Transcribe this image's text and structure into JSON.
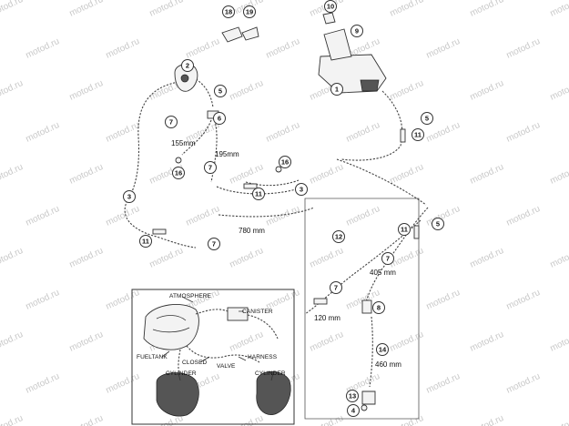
{
  "watermark": "motod.ru",
  "callouts": [
    "1",
    "2",
    "3",
    "3",
    "4",
    "5",
    "5",
    "5",
    "6",
    "7",
    "7",
    "7",
    "7",
    "7",
    "8",
    "9",
    "10",
    "11",
    "11",
    "11",
    "11",
    "12",
    "13",
    "14",
    "16",
    "16",
    "18",
    "19"
  ],
  "dimensions": [
    "155mm",
    "195mm",
    "780 mm",
    "405 mm",
    "120 mm",
    "460 mm"
  ],
  "inset_labels": [
    "ATMOSPHERE",
    "CANISTER",
    "FUELTANK",
    "CLOSED",
    "VALVE",
    "HARNESS",
    "CYLINDER",
    "CYLINDER"
  ],
  "colors": {
    "line": "#333333",
    "watermark": "#c9c9c9",
    "background": "#ffffff"
  }
}
